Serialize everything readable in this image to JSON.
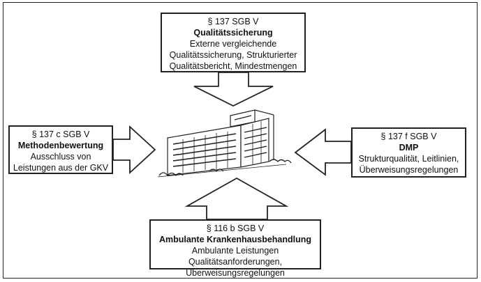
{
  "top": {
    "section": "§ 137 SGB V",
    "title": "Qualitätssicherung",
    "line1": "Externe vergleichende",
    "line2": "Qualitätssicherung, Strukturierter",
    "line3": "Qualitätsbericht, Mindestmengen"
  },
  "left": {
    "section": "§ 137 c SGB V",
    "title": "Methodenbewertung",
    "line1": "Ausschluss von",
    "line2": "Leistungen aus der GKV"
  },
  "right": {
    "section": "§ 137 f SGB V",
    "title": "DMP",
    "line1": "Strukturqualität, Leitlinien,",
    "line2": "Überweisungsregelungen"
  },
  "bottom": {
    "section": "§ 116 b SGB V",
    "title": "Ambulante Krankenhausbehandlung",
    "line1": "Ambulante Leistungen",
    "line2": "Qualitätsanforderungen, Überweisungsregelungen"
  },
  "center": {
    "icon": "hospital-building-icon"
  }
}
